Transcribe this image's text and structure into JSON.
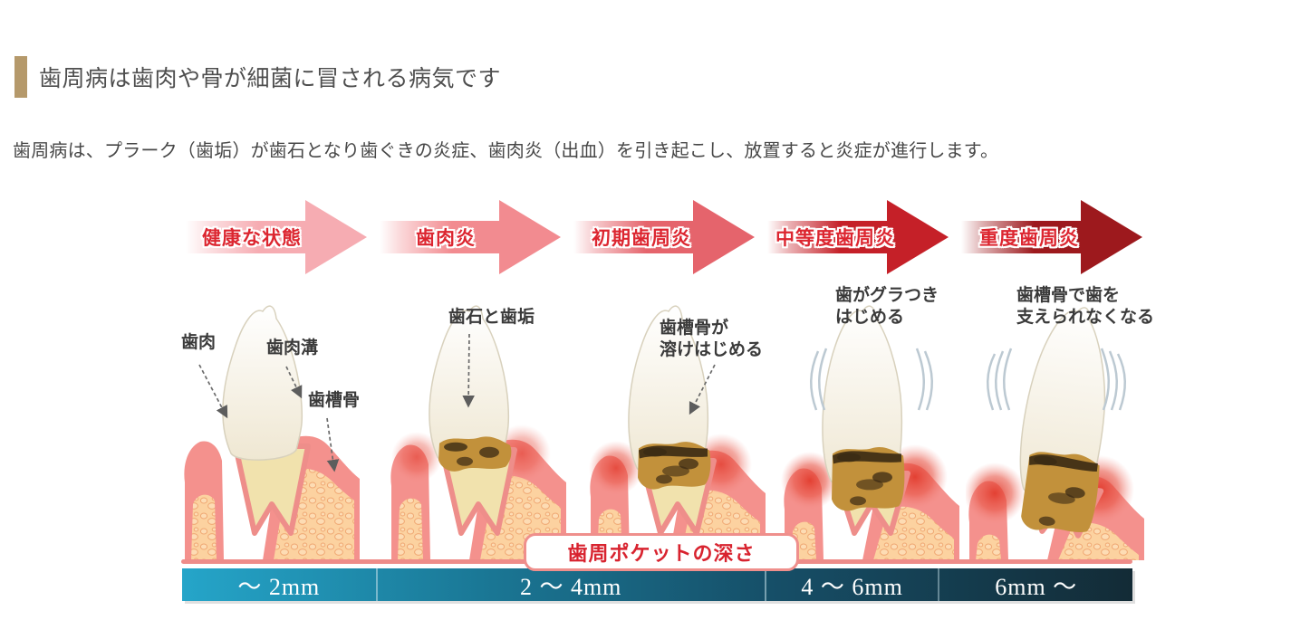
{
  "heading": {
    "title": "歯周病は歯肉や骨が細菌に冒される病気です",
    "accent_color": "#b5996b",
    "title_color": "#4e4e4e"
  },
  "intro": {
    "text": "歯周病は、プラーク（歯垢）が歯石となり歯ぐきの炎症、歯肉炎（出血）を引き起こし、放置すると炎症が進行します。"
  },
  "diagram": {
    "arrows": [
      {
        "label": "健康な状態",
        "color": "#f6acb2"
      },
      {
        "label": "歯肉炎",
        "color": "#f28b90"
      },
      {
        "label": "初期歯周炎",
        "color": "#e5646c"
      },
      {
        "label": "中等度歯周炎",
        "color": "#c52028"
      },
      {
        "label": "重度歯周炎",
        "color": "#9d191d"
      }
    ],
    "arrow_label_color": "#dc2630",
    "annotations": {
      "gum": "歯肉",
      "sulcus": "歯肉溝",
      "alveolar_bone": "歯槽骨",
      "tartar": "歯石と歯垢",
      "bone_dissolve_1": "歯槽骨が",
      "bone_dissolve_2": "溶けはじめる",
      "loosen_1": "歯がグラつき",
      "loosen_2": "はじめる",
      "no_support_1": "歯槽骨で歯を",
      "no_support_2": "支えられなくなる"
    },
    "pocket_box": {
      "label": "歯周ポケットの深さ",
      "text_color": "#d8232f",
      "border_color": "#ef8f8c"
    },
    "depth_scale": {
      "segments": [
        "～ 2mm",
        "2 ～ 4mm",
        "4 ～ 6mm",
        "6mm ～"
      ],
      "gradient": [
        "#25a5c9",
        "#1a7795",
        "#164f68",
        "#132b36"
      ]
    },
    "illustration_colors": {
      "gum": "#f4918d",
      "bone": "#fcd2a0",
      "bone_pebble": "#f0a873",
      "root": "#f1e2ad",
      "ligament": "#ee8e8a",
      "crown": "#efe7d2",
      "tartar": "#c2913b",
      "tartar_dark": "#3a2a14",
      "inflammation": "#e23c2e"
    }
  }
}
